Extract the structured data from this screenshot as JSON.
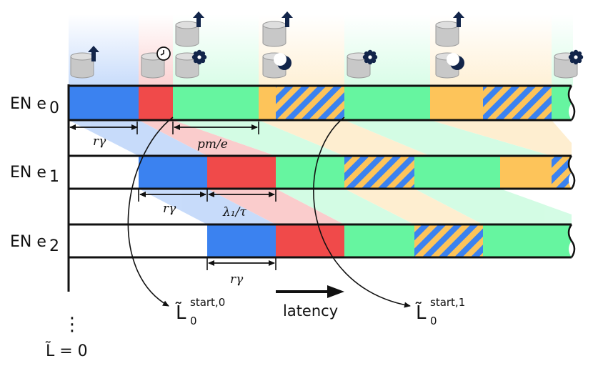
{
  "rows": [
    {
      "label": "EN e",
      "sub": "0"
    },
    {
      "label": "EN e",
      "sub": "1"
    },
    {
      "label": "EN e",
      "sub": "2"
    }
  ],
  "measures": {
    "r_gamma": "rγ",
    "pm_e": "pm/e",
    "lambda_tau": "λ₁/τ"
  },
  "annotations": {
    "latency": "latency",
    "l_start_0_sup": "start,0",
    "l_start_1_sup": "start,1",
    "l_sub": "0",
    "l_letter": "L̃",
    "l_zero": "L̃ = 0",
    "dots": "⋮"
  },
  "colors": {
    "blue": "#3b82f0",
    "red": "#f04a4a",
    "green": "#66f5a0",
    "orange": "#fdc45a",
    "navy": "#12254a",
    "gray": "#c8c8c8"
  }
}
